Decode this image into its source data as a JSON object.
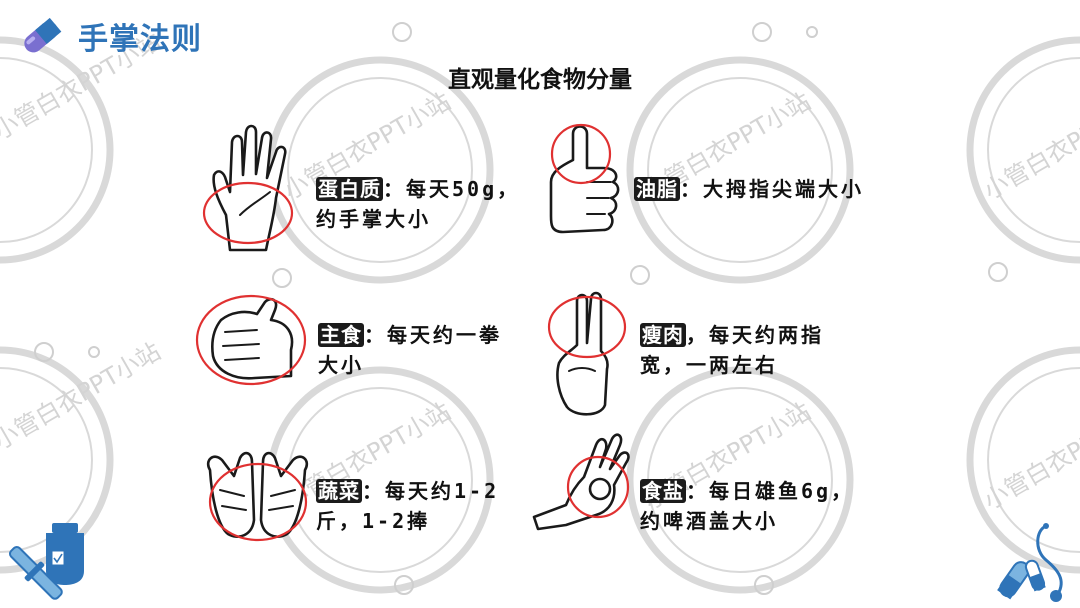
{
  "header": {
    "title": "手掌法则",
    "icon": "pill-icon",
    "accent": "#2f74b8"
  },
  "subtitle": "直观量化食物分量",
  "watermark": "小管白衣PPT小站",
  "items": [
    {
      "label": "蛋白质",
      "line1": "：每天50g，",
      "line2": "约手掌大小",
      "icon": "palm-hand-icon"
    },
    {
      "label": "油脂",
      "line1": "：大拇指尖端大小",
      "line2": "",
      "icon": "thumb-up-icon"
    },
    {
      "label": "主食",
      "line1": "：每天约一拳",
      "line2": "大小",
      "icon": "fist-icon"
    },
    {
      "label": "瘦肉",
      "line1": "，每天约两指",
      "line2": "宽，一两左右",
      "icon": "two-fingers-icon"
    },
    {
      "label": "蔬菜",
      "line1": "：每天约1-2",
      "line2": "斤，1-2捧",
      "icon": "cupped-hands-icon"
    },
    {
      "label": "食盐",
      "line1": "：每日雄鱼6g，",
      "line2": "约啤酒盖大小",
      "icon": "ok-hand-icon"
    }
  ],
  "decorations": {
    "bottom_left": "medical-crutch-icon",
    "bottom_right": "stethoscope-pills-icon",
    "ring_color": "#e03131"
  }
}
